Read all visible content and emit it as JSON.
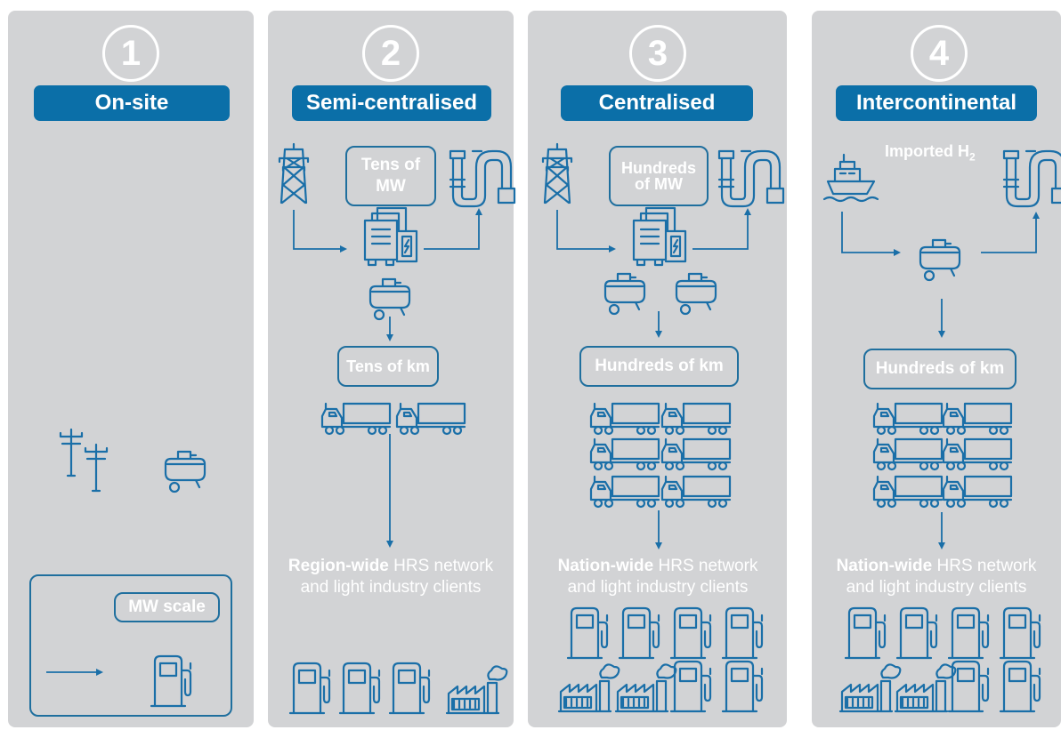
{
  "panels": [
    {
      "number": "1",
      "title": "On-site",
      "scale": "MW scale"
    },
    {
      "number": "2",
      "title": "Semi-centralised",
      "capacity": "Tens of MW",
      "distance": "Tens of km",
      "caption_bold": "Region-wide",
      "caption_rest": " HRS network",
      "caption_line2": "and light industry clients"
    },
    {
      "number": "3",
      "title": "Centralised",
      "capacity": "Hundreds of MW",
      "distance": "Hundreds of km",
      "caption_bold": "Nation-wide",
      "caption_rest": " HRS network",
      "caption_line2": "and light industry clients"
    },
    {
      "number": "4",
      "title": "Intercontinental",
      "source": "Imported H",
      "source_sub": "2",
      "distance": "Hundreds of km",
      "caption_bold": "Nation-wide",
      "caption_rest": " HRS network",
      "caption_line2": "and light industry clients"
    }
  ],
  "colors": {
    "panel_bg": "#d2d3d5",
    "accent": "#0b6fa8",
    "icon": "#1a6fa8",
    "text": "#ffffff"
  },
  "icons": [
    "transmission-tower-icon",
    "electrolyser-icon",
    "pipeline-icon",
    "compressor-icon",
    "truck-icon",
    "fuel-pump-icon",
    "factory-icon",
    "ship-icon",
    "power-pole-icon"
  ]
}
